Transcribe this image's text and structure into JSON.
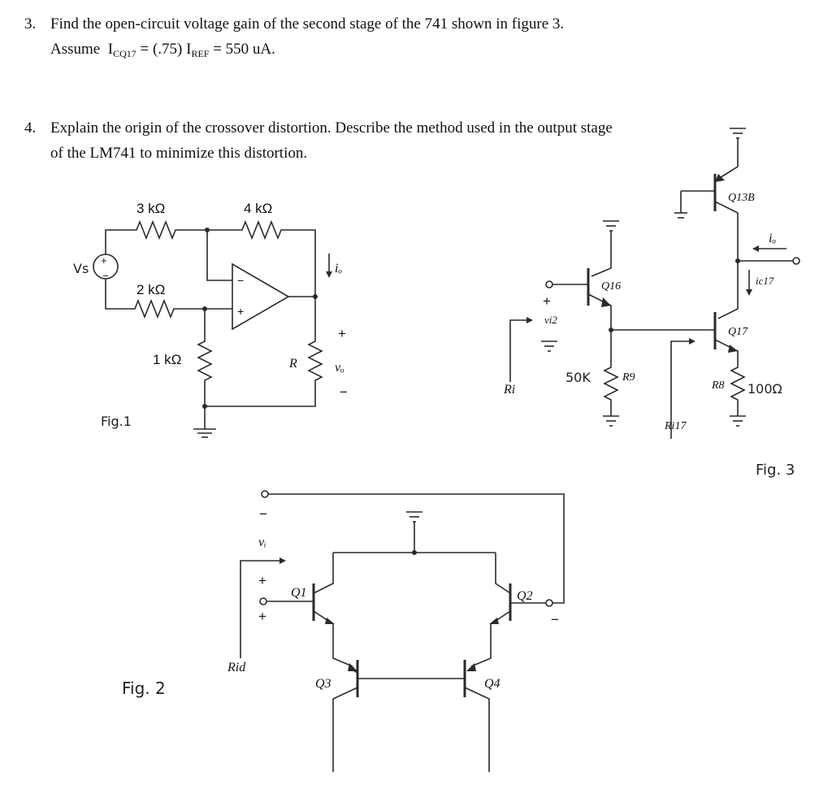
{
  "q3": {
    "number": "3.",
    "line1": "Find the open-circuit voltage gain of the second stage of the 741 shown in figure 3.",
    "assume": "Assume",
    "i_sym": "I",
    "i_sub": "CQ17",
    "eq1": " = (.75) ",
    "iref_sym": "I",
    "iref_sub": "REF",
    "eq2": " = 550 uA."
  },
  "q4": {
    "number": "4.",
    "line1": "Explain the origin of the crossover distortion.  Describe the method used in the output stage",
    "line2": "of the LM741 to minimize this distortion."
  },
  "fig1": {
    "caption": "Fig.1",
    "r_3k": "3 kΩ",
    "r_4k": "4 kΩ",
    "r_2k": "2 kΩ",
    "r_1k": "1 kΩ",
    "r_load": "R",
    "vs": "Vs",
    "io": "iₒ",
    "vo": "vₒ",
    "plus": "+",
    "minus": "−"
  },
  "fig2": {
    "caption": "Fig. 2",
    "vi": "vᵢ",
    "rid": "Rid",
    "q1": "Q1",
    "q2": "Q2",
    "q3": "Q3",
    "q4": "Q4",
    "plus": "+",
    "minus": "−"
  },
  "fig3": {
    "caption": "Fig. 3",
    "q13b": "Q13B",
    "q16": "Q16",
    "q17": "Q17",
    "r9": "R9",
    "r9_value": "50K",
    "r8": "R8",
    "r8_value": "100Ω",
    "io": "iₒ",
    "ic17": "ic17",
    "vi2": "vi2",
    "ri": "Ri",
    "ri17": "Ri17",
    "plus": "+",
    "minus": "−"
  }
}
